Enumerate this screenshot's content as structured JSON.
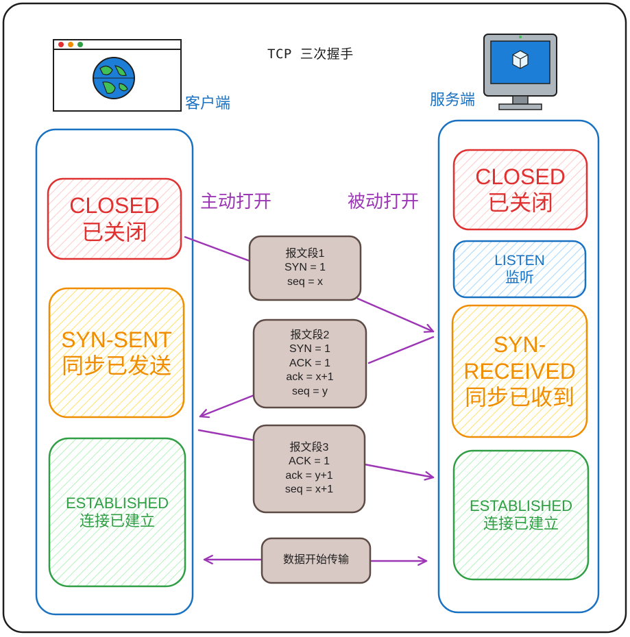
{
  "title": "TCP 三次握手",
  "client": {
    "label": "客户端",
    "states": {
      "closed": {
        "line1": "CLOSED",
        "line2": "已关闭"
      },
      "syn_sent": {
        "line1": "SYN-SENT",
        "line2": "同步已发送"
      },
      "established": {
        "line1": "ESTABLISHED",
        "line2": "连接已建立"
      }
    }
  },
  "server": {
    "label": "服务端",
    "states": {
      "closed": {
        "line1": "CLOSED",
        "line2": "已关闭"
      },
      "listen": {
        "line1": "LISTEN",
        "line2": "监听"
      },
      "syn_received": {
        "line1": "SYN-",
        "line2": "RECEIVED",
        "line3": "同步已收到"
      },
      "established": {
        "line1": "ESTABLISHED",
        "line2": "连接已建立"
      }
    }
  },
  "actions": {
    "active_open": "主动打开",
    "passive_open": "被动打开"
  },
  "segments": [
    {
      "lines": [
        "报文段1",
        "SYN = 1",
        "seq = x"
      ]
    },
    {
      "lines": [
        "报文段2",
        "SYN = 1",
        "ACK = 1",
        "ack = x+1",
        "seq = y"
      ]
    },
    {
      "lines": [
        "报文段3",
        "ACK = 1",
        "ack = y+1",
        "seq = x+1"
      ]
    }
  ],
  "data_transfer": "数据开始传输",
  "colors": {
    "red": "#e03131",
    "red_fill": "#ffc9c9",
    "orange": "#f08c00",
    "orange_fill": "#ffec99",
    "green": "#2f9e44",
    "green_fill": "#b2f2bb",
    "blue": "#1971c2",
    "blue_fill": "#a5d8ff",
    "purple": "#9c36b5",
    "segment_fill": "#d9c9c5"
  },
  "icons": {
    "client": "browser-globe-icon",
    "server": "monitor-cube-icon"
  }
}
